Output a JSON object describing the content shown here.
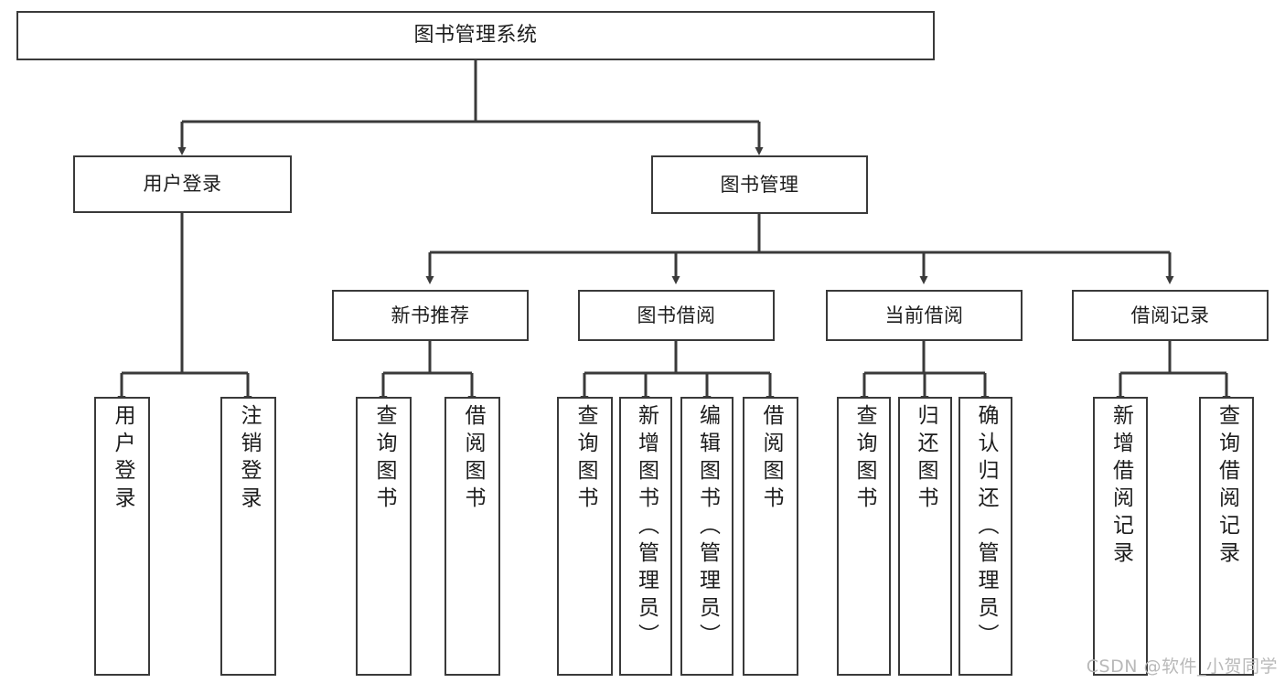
{
  "diagram": {
    "title": "图书管理系统",
    "watermark": "CSDN @软件_小贺同学",
    "stroke_color": "#3a3a3a",
    "background_color": "#ffffff",
    "text_color": "#1d1d1d",
    "watermark_color": "#b9b9b9",
    "type": "tree-hierarchy-diagram",
    "levels": 4
  },
  "nodes": {
    "root": {
      "label": "图书管理系统"
    },
    "level1": [
      {
        "label": "用户登录"
      },
      {
        "label": "图书管理"
      }
    ],
    "level2": [
      {
        "label": "新书推荐"
      },
      {
        "label": "图书借阅"
      },
      {
        "label": "当前借阅"
      },
      {
        "label": "借阅记录"
      }
    ],
    "leaves": {
      "user_login": [
        {
          "label": "用户登录"
        },
        {
          "label": "注销登录"
        }
      ],
      "new_book_recommend": [
        {
          "label": "查询图书"
        },
        {
          "label": "借阅图书"
        }
      ],
      "book_borrow": [
        {
          "label": "查询图书"
        },
        {
          "label": "新增图书（管理员）"
        },
        {
          "label": "编辑图书（管理员）"
        },
        {
          "label": "借阅图书"
        }
      ],
      "current_borrow": [
        {
          "label": "查询图书"
        },
        {
          "label": "归还图书"
        },
        {
          "label": "确认归还（管理员）"
        }
      ],
      "borrow_record": [
        {
          "label": "新增借阅记录"
        },
        {
          "label": "查询借阅记录"
        }
      ]
    }
  }
}
